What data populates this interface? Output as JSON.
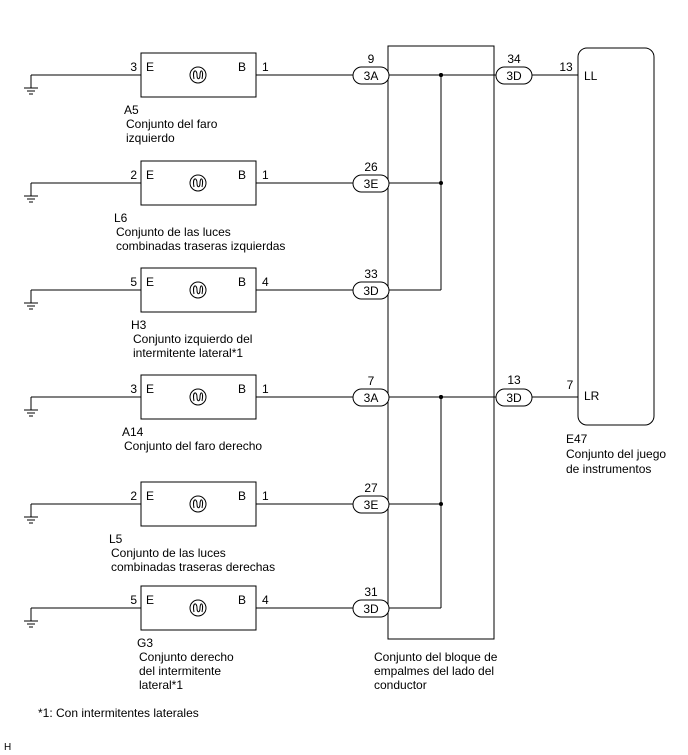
{
  "components": [
    {
      "code": "A5",
      "pin_e": "3",
      "pin_b": "1",
      "label_e": "E",
      "label_b": "B",
      "name_lines": [
        "Conjunto del faro",
        "izquierdo"
      ]
    },
    {
      "code": "L6",
      "pin_e": "2",
      "pin_b": "1",
      "label_e": "E",
      "label_b": "B",
      "name_lines": [
        "Conjunto de las luces",
        "combinadas traseras izquierdas"
      ]
    },
    {
      "code": "H3",
      "pin_e": "5",
      "pin_b": "4",
      "label_e": "E",
      "label_b": "B",
      "name_lines": [
        "Conjunto izquierdo del",
        "intermitente lateral*1"
      ]
    },
    {
      "code": "A14",
      "pin_e": "3",
      "pin_b": "1",
      "label_e": "E",
      "label_b": "B",
      "name_lines": [
        "Conjunto del faro derecho"
      ]
    },
    {
      "code": "L5",
      "pin_e": "2",
      "pin_b": "1",
      "label_e": "E",
      "label_b": "B",
      "name_lines": [
        "Conjunto de las luces",
        "combinadas traseras derechas"
      ]
    },
    {
      "code": "G3",
      "pin_e": "5",
      "pin_b": "4",
      "label_e": "E",
      "label_b": "B",
      "name_lines": [
        "Conjunto derecho",
        "del intermitente",
        "lateral*1"
      ]
    }
  ],
  "junction_inputs": [
    {
      "pin": "9",
      "connector": "3A"
    },
    {
      "pin": "26",
      "connector": "3E"
    },
    {
      "pin": "33",
      "connector": "3D"
    },
    {
      "pin": "7",
      "connector": "3A"
    },
    {
      "pin": "27",
      "connector": "3E"
    },
    {
      "pin": "31",
      "connector": "3D"
    }
  ],
  "junction_outputs": [
    {
      "pin": "34",
      "connector": "3D"
    },
    {
      "pin": "13",
      "connector": "3D"
    }
  ],
  "junction_block": {
    "name_lines": [
      "Conjunto del bloque de",
      "empalmes del lado del",
      "conductor"
    ]
  },
  "instrument_cluster": {
    "code": "E47",
    "name_lines": [
      "Conjunto del juego",
      "de instrumentos"
    ],
    "terminals": [
      {
        "pin": "13",
        "label": "LL"
      },
      {
        "pin": "7",
        "label": "LR"
      }
    ]
  },
  "footnote": "*1: Con intermitentes laterales",
  "corner_mark": "H"
}
